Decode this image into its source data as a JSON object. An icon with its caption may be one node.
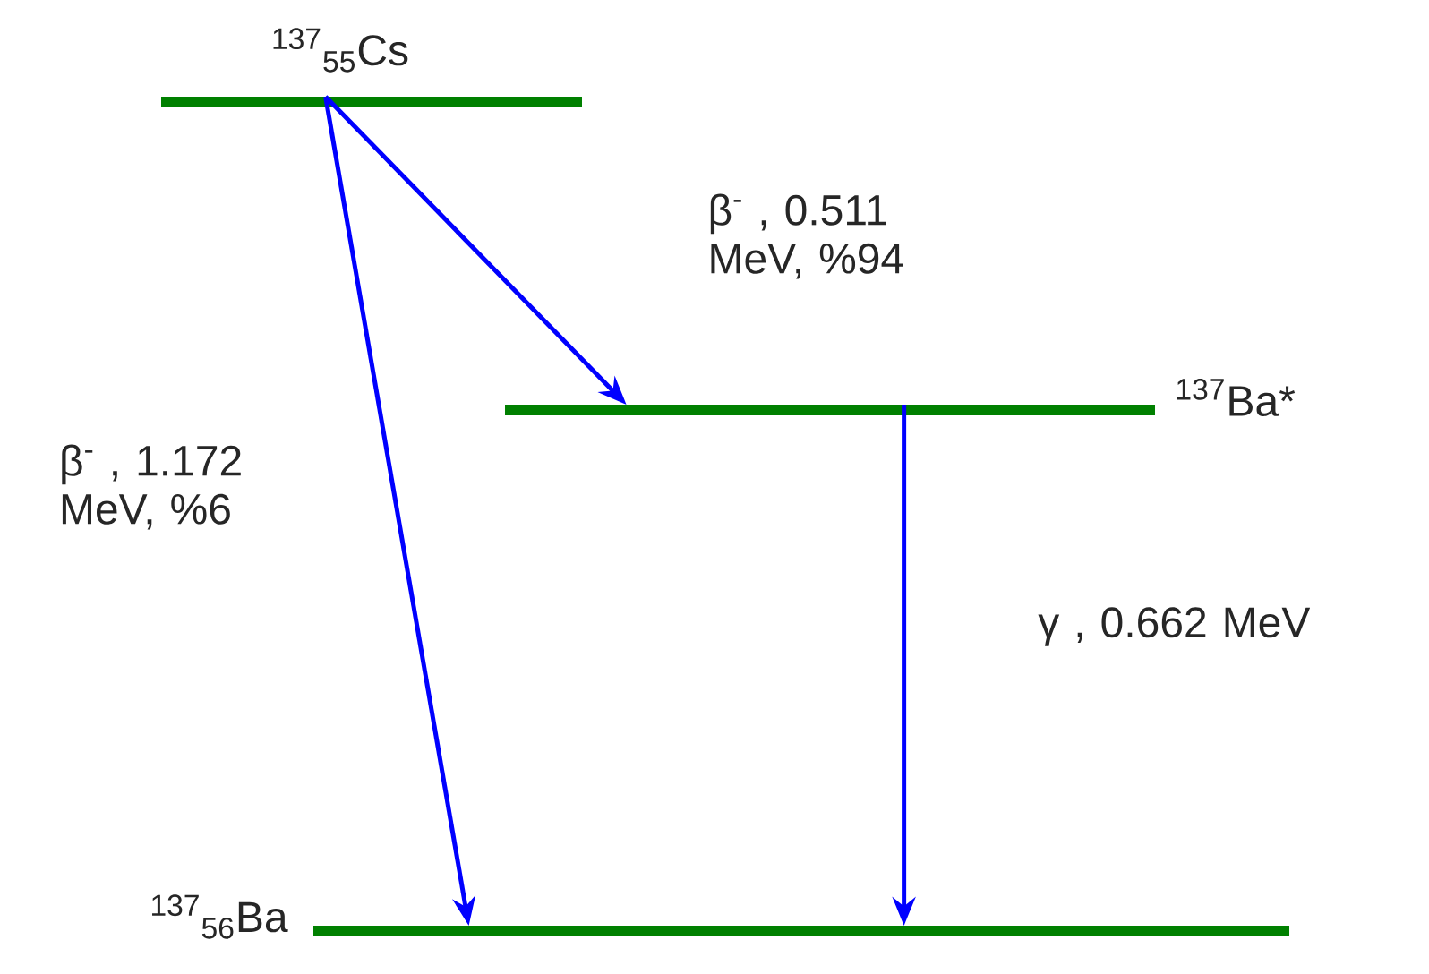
{
  "diagram": {
    "nodes": [
      {
        "text": [
          "$^{137}$$_{55}$Cs"
        ]
      },
      {
        "text": [
          "$^{137}$Ba*"
        ]
      },
      {
        "text": [
          "$^{137}$$_{56}$Ba"
        ]
      }
    ],
    "edges": [
      {
        "from": 0,
        "to": 1,
        "arrow": "to",
        "label": "β$^{-}$ , 0.511 MeV, %94"
      },
      {
        "from": 0,
        "to": 2,
        "arrow": "to",
        "label": "β$^{-}$ , 1.172 MeV, %6"
      },
      {
        "from": 1,
        "to": 2,
        "arrow": "to",
        "label": "γ , 0.662 MeV"
      }
    ]
  }
}
